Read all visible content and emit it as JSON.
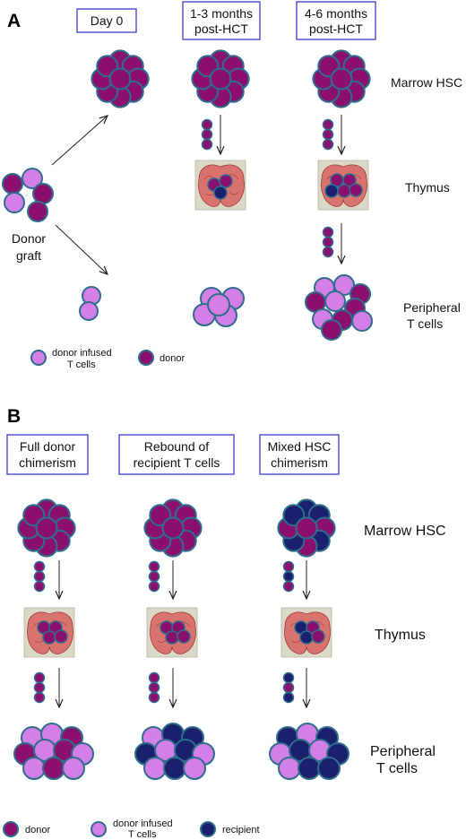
{
  "panel_a": {
    "label": "A",
    "timepoints": [
      {
        "line1": "Day 0",
        "line2": ""
      },
      {
        "line1": "1-3 months",
        "line2": "post-HCT"
      },
      {
        "line1": "4-6 months",
        "line2": "post-HCT"
      }
    ],
    "rows": {
      "marrow": "Marrow HSC",
      "thymus": "Thymus",
      "peripheral_line1": "Peripheral",
      "peripheral_line2": "T cells"
    },
    "donor_graft_line1": "Donor",
    "donor_graft_line2": "graft",
    "legend": {
      "infused_line1": "donor infused",
      "infused_line2": "T cells",
      "donor": "donor"
    }
  },
  "panel_b": {
    "label": "B",
    "scenarios": [
      {
        "line1": "Full donor",
        "line2": "chimerism"
      },
      {
        "line1": "Rebound of",
        "line2": "recipient T cells"
      },
      {
        "line1": "Mixed HSC",
        "line2": "chimerism"
      }
    ],
    "rows": {
      "marrow": "Marrow HSC",
      "thymus": "Thymus",
      "peripheral_line1": "Peripheral",
      "peripheral_line2": "T cells"
    },
    "legend": {
      "donor": "donor",
      "infused_line1": "donor infused",
      "infused_line2": "T cells",
      "recipient": "recipient"
    }
  },
  "colors": {
    "donor": "#8b0f6e",
    "donor_infused": "#d47ee8",
    "recipient": "#1a1f6e",
    "cell_border": "#2f6d8c",
    "box_border": "#3b3bcc",
    "thymus": "#d9736e",
    "thymus_bg": "#dcd8c8"
  }
}
